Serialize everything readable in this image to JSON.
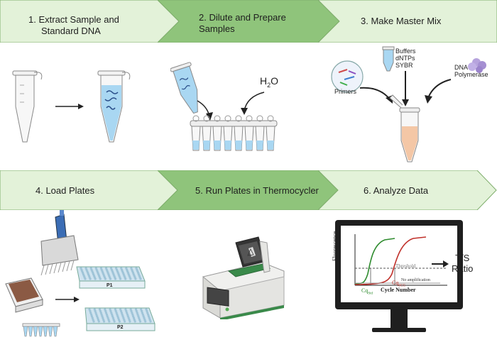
{
  "steps": [
    {
      "line1": "1.  Extract Sample and",
      "line2": "Standard DNA"
    },
    {
      "line1": "2. Dilute and Prepare",
      "line2": "Samples"
    },
    {
      "line1": "3. Make Master Mix",
      "line2": ""
    },
    {
      "line1": "4. Load Plates",
      "line2": ""
    },
    {
      "line1": "5. Run Plates in Thermocycler",
      "line2": ""
    },
    {
      "line1": "6. Analyze Data",
      "line2": ""
    }
  ],
  "panel2": {
    "water_label": "H",
    "water_sub": "2",
    "water_tail": "O"
  },
  "panel3": {
    "primers_label": "Primers",
    "buffers_line1": "Buffers",
    "buffers_line2": "dNTPs",
    "buffers_line3": "SYBR",
    "polymerase_line1": "DNA",
    "polymerase_line2": "Polymerase"
  },
  "panel4": {
    "plate1_label": "P1",
    "plate2_label": "P2"
  },
  "panel6": {
    "y_axis_label": "Fluorescence",
    "x_axis_label": "Cycle Number",
    "threshold_label": "Threshold",
    "no_amp_label": "No amplification",
    "cq_std_main": "Cq",
    "cq_std_sub": "Std",
    "cq_scg_main": "Cq",
    "cq_scg_sub": "SCG",
    "result_line1": "T/S",
    "result_line2": "Ratio"
  },
  "colors": {
    "banner_light": "#e3f2d9",
    "banner_dark": "#8fc47b",
    "banner_stroke": "#7fae6c",
    "curve_green": "#2e8b2e",
    "curve_red": "#c0302a",
    "liquid_blue": "#a9d7f2",
    "liquid_peach": "#f4c7a6"
  }
}
